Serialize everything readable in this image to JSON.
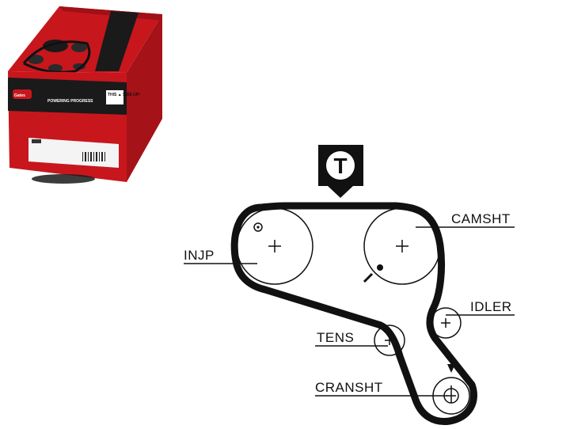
{
  "product_box": {
    "slogan": "POWERING PROGRESS",
    "orientation_note": "THIS ▲ SIDE UP!",
    "brand_colors": {
      "red": "#c8161d",
      "dark": "#1a1a1a"
    }
  },
  "diagram": {
    "timing_marker": "T",
    "labels": {
      "injp": "INJP",
      "camsht": "CAMSHT",
      "idler": "IDLER",
      "tens": "TENS",
      "cranshft": "CRANSHT"
    },
    "colors": {
      "belt": "#111111",
      "pulley": "#111111",
      "label": "#111111"
    }
  }
}
